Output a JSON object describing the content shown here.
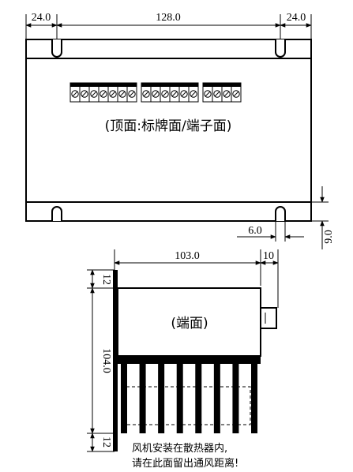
{
  "top_view": {
    "dims": {
      "left_margin": "24.0",
      "total_span": "128.0",
      "right_margin": "24.0",
      "slot_offset": "6.0",
      "side_height": "9.0"
    },
    "label": "(顶面:标牌面/端子面)",
    "terminal_groups": [
      7,
      6,
      4
    ]
  },
  "end_view": {
    "dims": {
      "body_width": "103.0",
      "connector_width": "10",
      "height": "104.0",
      "top_margin": "12",
      "bottom_margin": "12"
    },
    "label": "(端面)",
    "fin_count": 8
  },
  "note": {
    "line1": "风机安装在散热器内,",
    "line2": "请在此面留出通风距离!"
  }
}
